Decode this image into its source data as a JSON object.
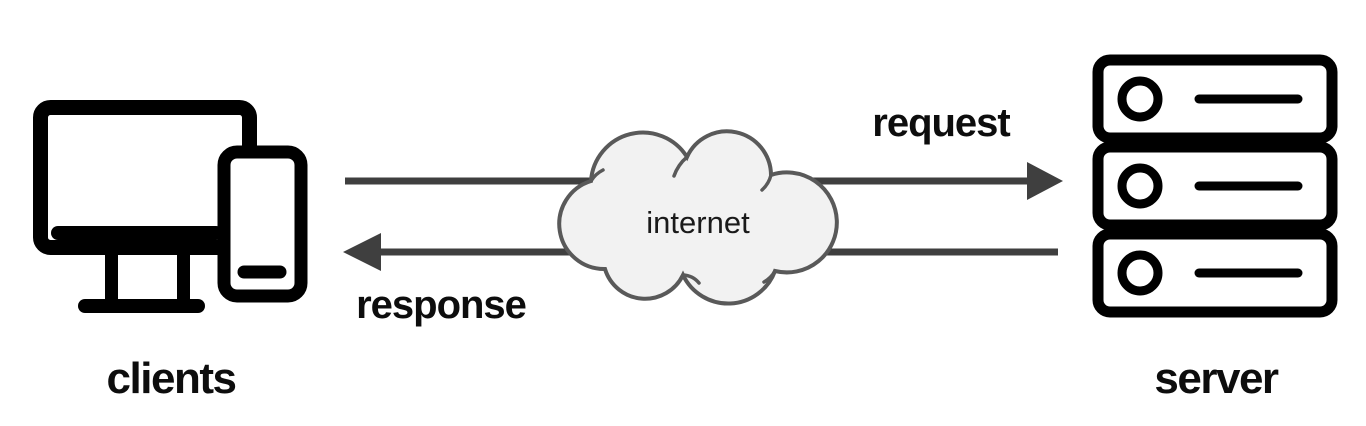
{
  "nodes": {
    "clients": {
      "label": "clients",
      "icon": "desktop-and-phone-icon"
    },
    "internet": {
      "label": "internet",
      "icon": "cloud-icon"
    },
    "server": {
      "label": "server",
      "icon": "server-stack-icon",
      "units": 3
    }
  },
  "edges": {
    "request": {
      "label": "request",
      "from": "clients",
      "to": "server"
    },
    "response": {
      "label": "response",
      "from": "server",
      "to": "clients"
    }
  },
  "colors": {
    "background": "#ffffff",
    "arrow": "#3f3f3f",
    "cloud_fill": "#f2f2f2",
    "cloud_stroke": "#595959",
    "icon_stroke": "#000000",
    "label_text": "#0d0d0d"
  }
}
